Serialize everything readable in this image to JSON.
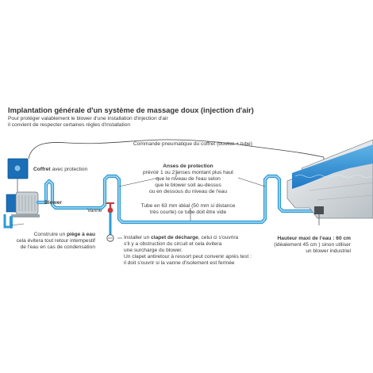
{
  "title": "Implantation générale d'un système de massage doux (injection d'air)",
  "intro": [
    "Pour protéger valablement le blower d'une installation d'injection d'air",
    "il convient de respecter certaines règles d'installation"
  ],
  "labels": {
    "commande": "Commande pneumatique du coffret (bouton + tube)",
    "coffret_bold": "Coffret",
    "coffret_rest": " avec protection",
    "blower": "Blower",
    "vanne": "Vanne",
    "anses_title": "Anses de protection",
    "anses_lines": [
      "prévoir 1 ou 2 anses montant plus haut",
      "que le niveau de l'eau selon",
      "que le blower soit au-dessus",
      "ou en dessous du niveau de l'eau"
    ],
    "tube_lines": [
      "Tube en 63 mm idéal (50 mm si distance",
      "très courte) ce tube doit être vide"
    ],
    "piege_pre": "Construire un ",
    "piege_bold": "piège à eau",
    "piege_lines": [
      "cela évitera tout retour intempestif",
      "de l'eau en cas de condensation"
    ],
    "clapet_pre": "Installer un ",
    "clapet_bold": "clapet de décharge",
    "clapet_post": ", celui ci s'ouvrira",
    "clapet_lines": [
      "s'il y a obstruction du circuit et cela évitera",
      "une surcharge du blower.",
      "Un clapet antiretour à ressort peut convenir après test :",
      "il doit s'ouvrir si la vanne d'isolement est fermée"
    ],
    "hauteur_bold": "Hauteur maxi de l'eau : 60 cm",
    "hauteur_lines": [
      "(idéalement 45 cm ) sinon utiliser",
      "un blower industriel"
    ]
  },
  "colors": {
    "pipe": "#2e9bd3",
    "pipe_inner": "#a8dcf5",
    "water": "#1f78c4",
    "coffret": "#1a6fb8",
    "blower_body": "#bfc7cc",
    "valve": "#c63a3a",
    "pool_wall": "#d9dde0",
    "line": "#444444"
  }
}
